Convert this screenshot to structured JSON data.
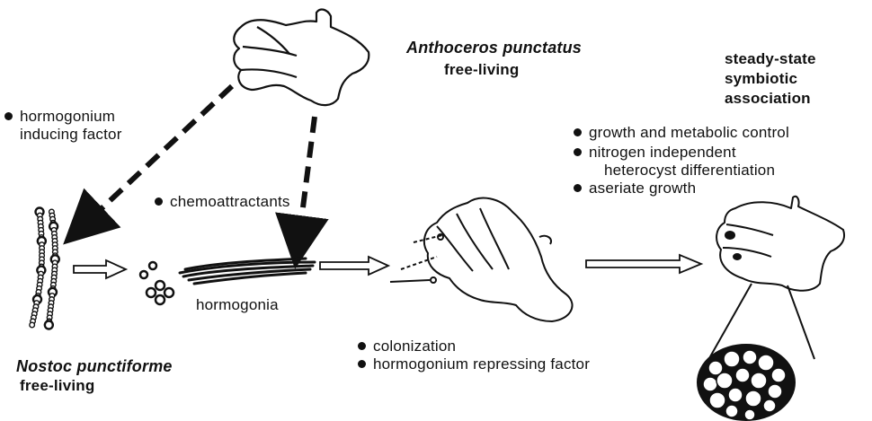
{
  "labels": {
    "anthoceros_name": "Anthoceros punctatus",
    "anthoceros_state": "free-living",
    "hormogonium_inducing_1": "hormogonium",
    "hormogonium_inducing_2": "inducing factor",
    "chemoattractants": "chemoattractants",
    "hormogonia": "hormogonia",
    "nostoc_name": "Nostoc punctiforme",
    "nostoc_state": "free-living",
    "colonization": "colonization",
    "hormogonium_repressing": "hormogonium repressing factor",
    "steady_1": "steady-state",
    "steady_2": "symbiotic",
    "steady_3": "association",
    "growth_control": "growth and metabolic control",
    "nitrogen_1": "nitrogen independent",
    "nitrogen_2": "heterocyst differentiation",
    "aseriate": "aseriate growth"
  },
  "colors": {
    "ink": "#111111",
    "background": "#ffffff"
  }
}
